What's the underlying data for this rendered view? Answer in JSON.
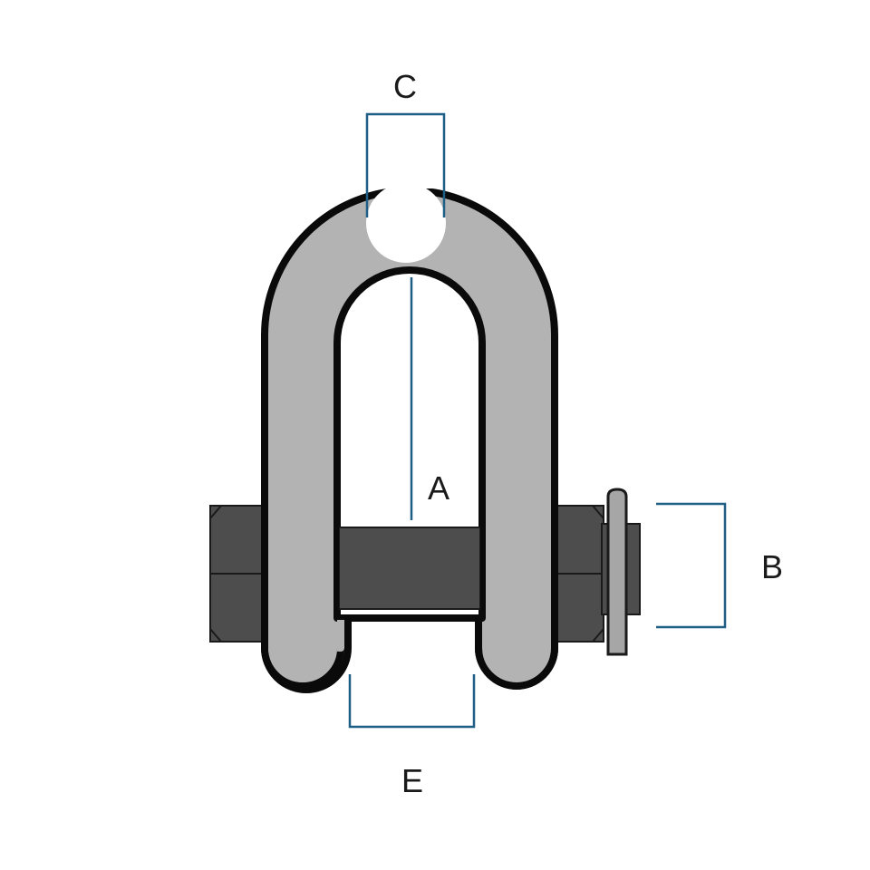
{
  "diagram": {
    "labels": {
      "A": "A",
      "B": "B",
      "C": "C",
      "E": "E"
    },
    "colors": {
      "body": "#b3b3b3",
      "outline": "#0a0a0a",
      "pin": "#4d4d4d",
      "nut": "#4d4d4d",
      "cotter": "#a6a6a6",
      "dimension": "#1f5f86",
      "background": "#ffffff"
    }
  }
}
